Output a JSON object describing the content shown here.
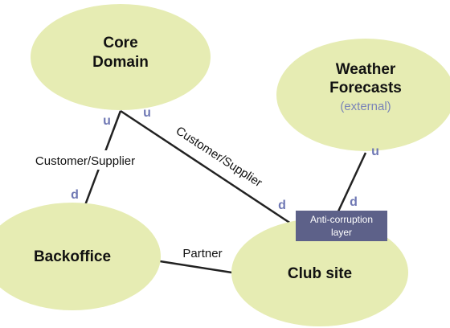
{
  "colors": {
    "node_fill": "#e6ecb3",
    "edge": "#222222",
    "upstream_downstream": "#6f78b4",
    "external_note": "#7a84b8",
    "acl_fill": "#5d6189",
    "acl_text": "#ffffff"
  },
  "nodes": {
    "core_domain": {
      "line1": "Core",
      "line2": "Domain"
    },
    "weather_forecasts": {
      "line1": "Weather",
      "line2": "Forecasts",
      "note": "(external)"
    },
    "backoffice": {
      "label": "Backoffice"
    },
    "club_site": {
      "label": "Club site"
    }
  },
  "anti_corruption_layer": {
    "line1": "Anti-corruption",
    "line2": "layer"
  },
  "relationships": {
    "core_backoffice": {
      "label": "Customer/Supplier",
      "upstream": "u",
      "downstream": "d"
    },
    "core_clubsite": {
      "label": "Customer/Supplier",
      "upstream": "u",
      "downstream": "d"
    },
    "weather_clubsite": {
      "upstream": "u",
      "downstream": "d"
    },
    "backoffice_clubsite": {
      "label": "Partner"
    }
  }
}
